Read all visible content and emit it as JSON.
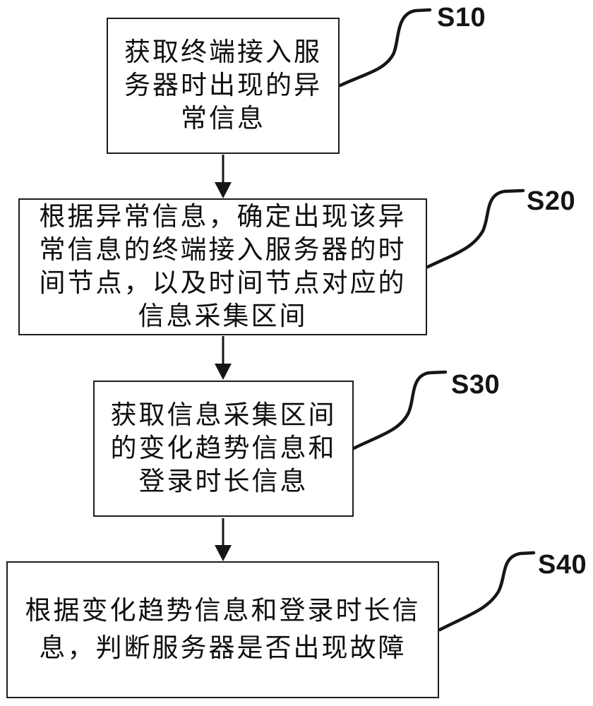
{
  "figure": {
    "type": "flowchart",
    "background_color": "#ffffff",
    "ink_color": "#161616",
    "steps": [
      {
        "label": "S10",
        "text": "获取终端接入服务器时出现的异常信息",
        "lines": [
          "获取终端接入服",
          "务器时出现的异",
          "常信息"
        ]
      },
      {
        "label": "S20",
        "text": "根据异常信息，确定出现该异常信息的终端接入服务器的时间节点，以及时间节点对应的信息采集区间",
        "lines": [
          "根据异常信息，确定出现该异",
          "常信息的终端接入服务器的时",
          "间节点，以及时间节点对应的",
          "信息采集区间"
        ]
      },
      {
        "label": "S30",
        "text": "获取信息采集区间的变化趋势信息和登录时长信息",
        "lines": [
          "获取信息采集区间",
          "的变化趋势信息和",
          "登录时长信息"
        ]
      },
      {
        "label": "S40",
        "text": "根据变化趋势信息和登录时长信息，判断服务器是否出现故障",
        "lines": [
          "根据变化趋势信息和登录时长信",
          "息，判断服务器是否出现故障"
        ]
      }
    ],
    "arrows": [
      {
        "from": "S10",
        "to": "S20"
      },
      {
        "from": "S20",
        "to": "S30"
      },
      {
        "from": "S30",
        "to": "S40"
      }
    ]
  }
}
